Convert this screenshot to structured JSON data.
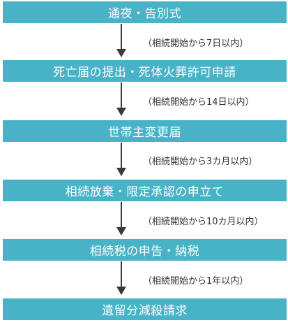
{
  "steps": [
    "通夜・告別式",
    "死亡届の提出・死体火葬許可申請",
    "世帯主変更届",
    "相続放棄・限定承認の申立て",
    "相続税の申告・納税",
    "遺留分減殺請求"
  ],
  "deadlines": [
    "（相続開始から7日以内）",
    "（相続開始から14日以内）",
    "（相続開始から3カ月以内）",
    "（相続開始から10カ月以内）",
    "（相続開始から1年以内）"
  ],
  "colors": {
    "step_bg": "#48b3c7",
    "step_text": "#ffffff",
    "arrow": "#3a3a3a",
    "note": "#333333"
  }
}
